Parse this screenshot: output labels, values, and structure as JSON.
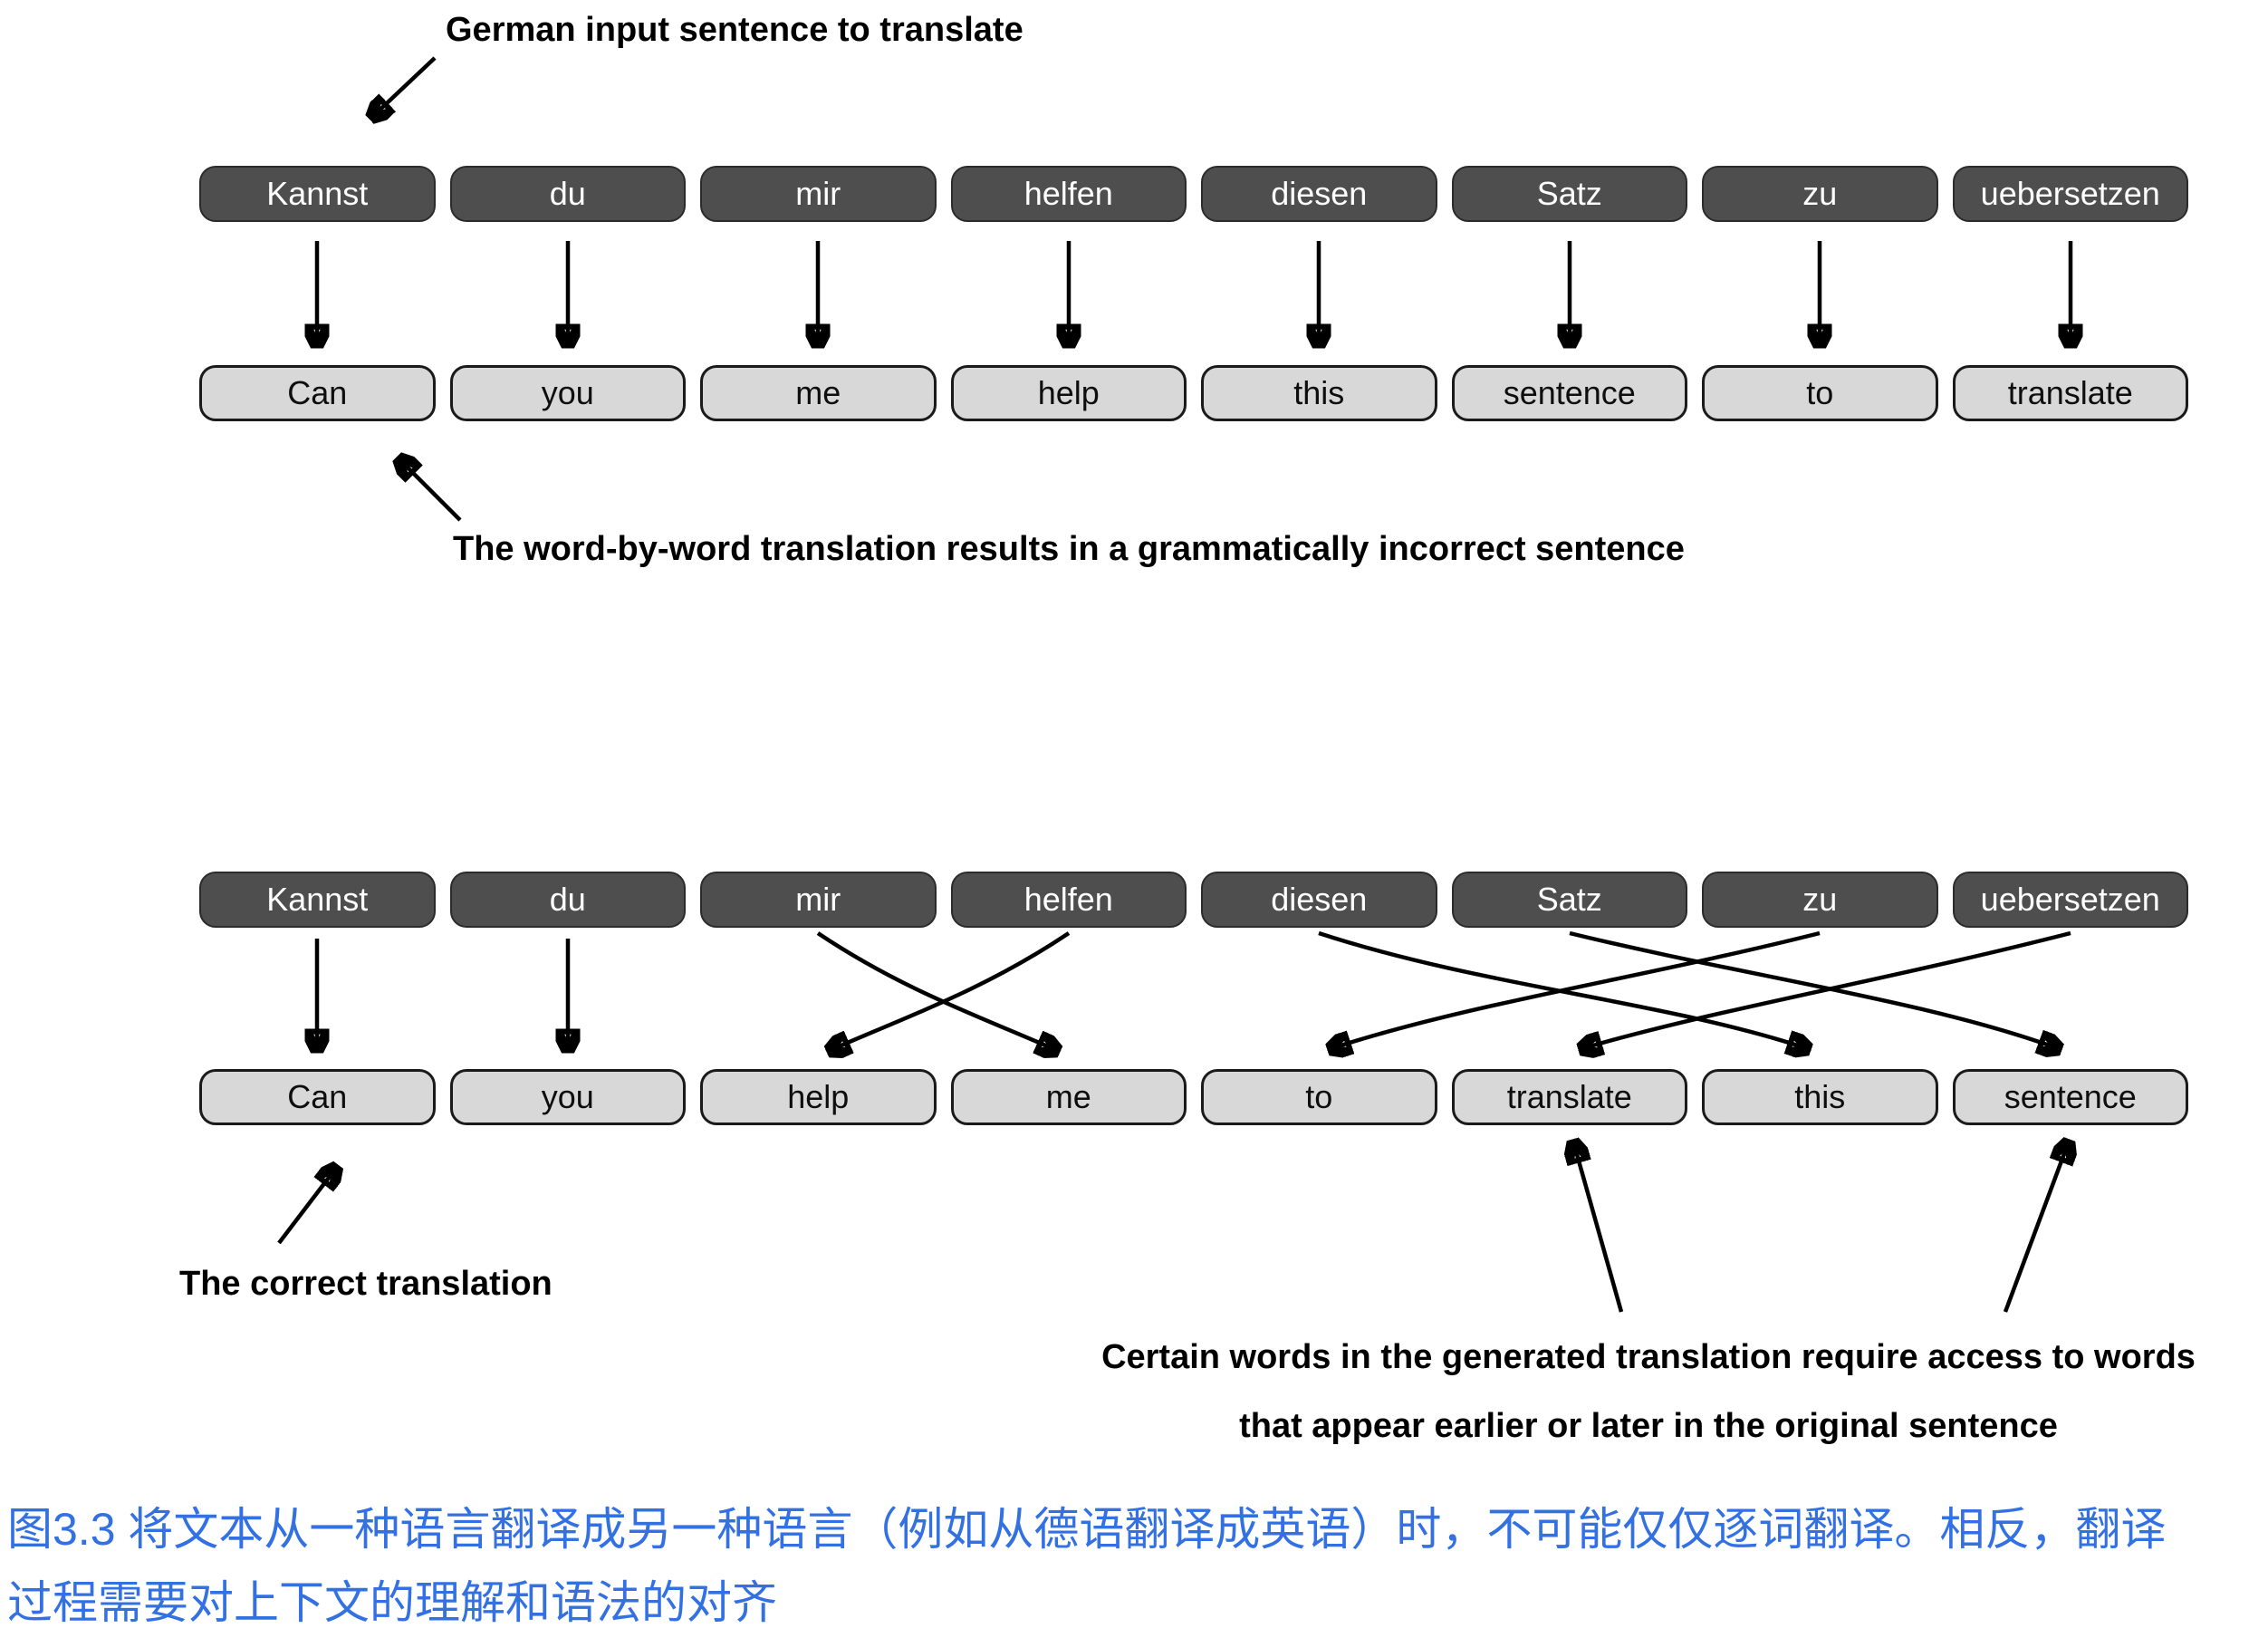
{
  "colors": {
    "source_box_bg": "#4e4e4e",
    "source_box_text": "#ffffff",
    "target_box_bg": "#d8d8d8",
    "target_box_border": "#1a1a1a",
    "caption_blue": "#3371e3"
  },
  "top_diagram": {
    "annotation_input": "German input sentence to translate",
    "german_words": [
      "Kannst",
      "du",
      "mir",
      "helfen",
      "diesen",
      "Satz",
      "zu",
      "uebersetzen"
    ],
    "english_words": [
      "Can",
      "you",
      "me",
      "help",
      "this",
      "sentence",
      "to",
      "translate"
    ],
    "annotation_result": "The word-by-word translation results in a grammatically incorrect sentence"
  },
  "bottom_diagram": {
    "german_words": [
      "Kannst",
      "du",
      "mir",
      "helfen",
      "diesen",
      "Satz",
      "zu",
      "uebersetzen"
    ],
    "english_words": [
      "Can",
      "you",
      "help",
      "me",
      "to",
      "translate",
      "this",
      "sentence"
    ],
    "annotation_correct": "The correct translation",
    "annotation_context_line1": "Certain words in the generated translation require access to words",
    "annotation_context_line2": "that appear earlier or later in the original sentence",
    "alignment_pairs": [
      [
        "Kannst",
        "Can"
      ],
      [
        "du",
        "you"
      ],
      [
        "mir",
        "me"
      ],
      [
        "helfen",
        "help"
      ],
      [
        "diesen",
        "this"
      ],
      [
        "Satz",
        "sentence"
      ],
      [
        "zu",
        "to"
      ],
      [
        "uebersetzen",
        "translate"
      ]
    ]
  },
  "caption": {
    "line1": "图3.3 将文本从一种语言翻译成另一种语言（例如从德语翻译成英语）时，不可能仅仅逐词翻译。相反，翻译",
    "line2": "过程需要对上下文的理解和语法的对齐"
  }
}
